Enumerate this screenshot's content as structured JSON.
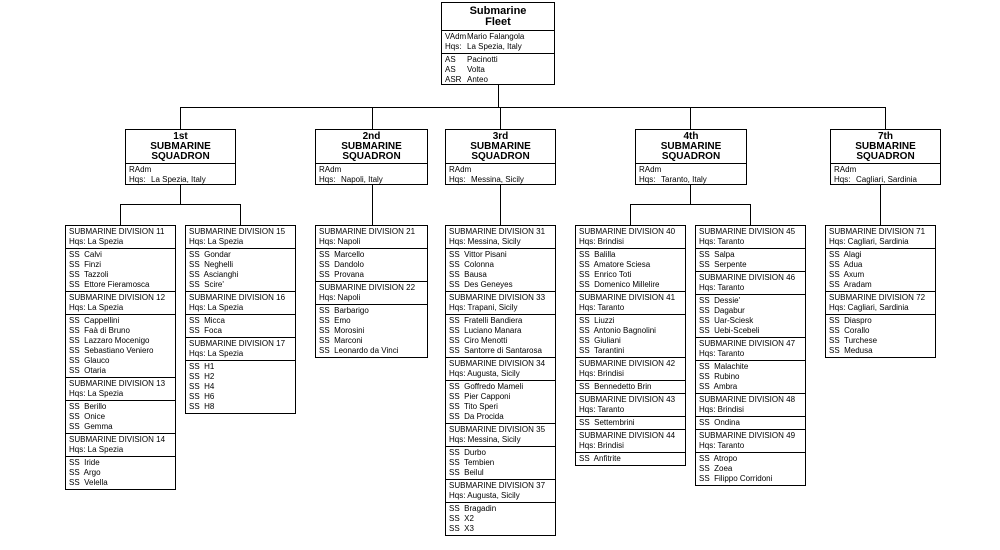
{
  "fleet": {
    "title_line1": "Submarine",
    "title_line2": "Fleet",
    "commander_rank": "VAdm",
    "commander_name": "Mario Falangola",
    "hqs_label": "Hqs:",
    "hqs": "La Spezia, Italy",
    "units": [
      {
        "type": "AS",
        "name": "Pacinotti"
      },
      {
        "type": "AS",
        "name": "Volta"
      },
      {
        "type": "ASR",
        "name": "Anteo"
      }
    ]
  },
  "squadrons": [
    {
      "num": "1st",
      "l2": "SUBMARINE",
      "l3": "SQUADRON",
      "rank": "RAdm",
      "hqs_label": "Hqs:",
      "hqs": "La Spezia, Italy"
    },
    {
      "num": "2nd",
      "l2": "SUBMARINE",
      "l3": "SQUADRON",
      "rank": "RAdm",
      "hqs_label": "Hqs:",
      "hqs": "Napoli, Italy"
    },
    {
      "num": "3rd",
      "l2": "SUBMARINE",
      "l3": "SQUADRON",
      "rank": "RAdm",
      "hqs_label": "Hqs:",
      "hqs": "Messina, Sicily"
    },
    {
      "num": "4th",
      "l2": "SUBMARINE",
      "l3": "SQUADRON",
      "rank": "RAdm",
      "hqs_label": "Hqs:",
      "hqs": "Taranto, Italy"
    },
    {
      "num": "7th",
      "l2": "SUBMARINE",
      "l3": "SQUADRON",
      "rank": "RAdm",
      "hqs_label": "Hqs:",
      "hqs": "Cagliari, Sardinia"
    }
  ],
  "division_columns": [
    {
      "divisions": [
        {
          "title": "SUBMARINE DIVISION 11",
          "hqs": "Hqs:  La Spezia",
          "boats": [
            "SS  Calvi",
            "SS  Finzi",
            "SS  Tazzoli",
            "SS  Ettore Fieramosca"
          ]
        },
        {
          "title": "SUBMARINE DIVISION 12",
          "hqs": "Hqs:  La Spezia",
          "boats": [
            "SS  Cappellini",
            "SS  Faà di Bruno",
            "SS  Lazzaro Mocenigo",
            "SS  Sebastiano Veniero",
            "SS  Glauco",
            "SS  Otaria"
          ]
        },
        {
          "title": "SUBMARINE DIVISION 13",
          "hqs": "Hqs:  La Spezia",
          "boats": [
            "SS  Berillo",
            "SS  Onice",
            "SS  Gemma"
          ]
        },
        {
          "title": "SUBMARINE DIVISION 14",
          "hqs": "Hqs:  La Spezia",
          "boats": [
            "SS  Iride",
            "SS  Argo",
            "SS  Velella"
          ]
        }
      ]
    },
    {
      "divisions": [
        {
          "title": "SUBMARINE DIVISION 15",
          "hqs": "Hqs:  La Spezia",
          "boats": [
            "SS  Gondar",
            "SS  Neghelli",
            "SS  Ascianghi",
            "SS  Scire'"
          ]
        },
        {
          "title": "SUBMARINE DIVISION 16",
          "hqs": "Hqs:  La Spezia",
          "boats": [
            "SS  Micca",
            "SS  Foca"
          ]
        },
        {
          "title": "SUBMARINE DIVISION 17",
          "hqs": "Hqs:  La Spezia",
          "boats": [
            "SS  H1",
            "SS  H2",
            "SS  H4",
            "SS  H6",
            "SS  H8"
          ]
        }
      ]
    },
    {
      "divisions": [
        {
          "title": "SUBMARINE DIVISION 21",
          "hqs": "Hqs:  Napoli",
          "boats": [
            "SS  Marcello",
            "SS  Dandolo",
            "SS  Provana"
          ]
        },
        {
          "title": "SUBMARINE DIVISION 22",
          "hqs": "Hqs:  Napoli",
          "boats": [
            "SS  Barbarigo",
            "SS  Emo",
            "SS  Morosini",
            "SS  Marconi",
            "SS  Leonardo da Vinci"
          ]
        }
      ]
    },
    {
      "divisions": [
        {
          "title": "SUBMARINE DIVISION 31",
          "hqs": "Hqs:  Messina, Sicily",
          "boats": [
            "SS  Vittor Pisani",
            "SS  Colonna",
            "SS  Bausa",
            "SS  Des Geneyes"
          ]
        },
        {
          "title": "SUBMARINE DIVISION 33",
          "hqs": "Hqs:  Trapani, Sicily",
          "boats": [
            "SS  Fratelli Bandiera",
            "SS  Luciano Manara",
            "SS  Ciro Menotti",
            "SS  Santorre di Santarosa"
          ]
        },
        {
          "title": "SUBMARINE DIVISION 34",
          "hqs": "Hqs:  Augusta, Sicily",
          "boats": [
            "SS  Goffredo Mameli",
            "SS  Pier Capponi",
            "SS  Tito Speri",
            "SS  Da Procida"
          ]
        },
        {
          "title": "SUBMARINE DIVISION 35",
          "hqs": "Hqs:  Messina, Sicily",
          "boats": [
            "SS  Durbo",
            "SS  Tembien",
            "SS  Beilul"
          ]
        },
        {
          "title": "SUBMARINE DIVISION 37",
          "hqs": "Hqs:  Augusta, Sicily",
          "boats": [
            "SS  Bragadin",
            "SS  X2",
            "SS  X3"
          ]
        }
      ]
    },
    {
      "divisions": [
        {
          "title": "SUBMARINE DIVISION 40",
          "hqs": "Hqs:  Brindisi",
          "boats": [
            "SS  Balilla",
            "SS  Amatore Sciesa",
            "SS  Enrico Toti",
            "SS  Domenico Millelire"
          ]
        },
        {
          "title": "SUBMARINE DIVISION 41",
          "hqs": "Hqs:  Taranto",
          "boats": [
            "SS  Liuzzi",
            "SS  Antonio Bagnolini",
            "SS  Giuliani",
            "SS  Tarantini"
          ]
        },
        {
          "title": "SUBMARINE DIVISION 42",
          "hqs": "Hqs:  Brindisi",
          "boats": [
            "SS  Bennedetto Brin"
          ]
        },
        {
          "title": "SUBMARINE DIVISION 43",
          "hqs": "Hqs:  Taranto",
          "boats": [
            "SS  Settembrini"
          ]
        },
        {
          "title": "SUBMARINE DIVISION 44",
          "hqs": "Hqs:  Brindisi",
          "boats": [
            "SS  Anfitrite"
          ]
        }
      ]
    },
    {
      "divisions": [
        {
          "title": "SUBMARINE DIVISION 45",
          "hqs": "Hqs:  Taranto",
          "boats": [
            "SS  Salpa",
            "SS  Serpente"
          ]
        },
        {
          "title": "SUBMARINE DIVISION 46",
          "hqs": "Hqs:  Taranto",
          "boats": [
            "SS  Dessie'",
            "SS  Dagabur",
            "SS  Uar-Sciesk",
            "SS  Uebi-Scebeli"
          ]
        },
        {
          "title": "SUBMARINE DIVISION 47",
          "hqs": "Hqs:  Taranto",
          "boats": [
            "SS  Malachite",
            "SS  Rubino",
            "SS  Ambra"
          ]
        },
        {
          "title": "SUBMARINE DIVISION 48",
          "hqs": "Hqs:  Brindisi",
          "boats": [
            "SS  Ondina"
          ]
        },
        {
          "title": "SUBMARINE DIVISION 49",
          "hqs": "Hqs:  Taranto",
          "boats": [
            "SS  Atropo",
            "SS  Zoea",
            "SS  Filippo Corridoni"
          ]
        }
      ]
    },
    {
      "divisions": [
        {
          "title": "SUBMARINE DIVISION 71",
          "hqs": "Hqs:  Cagliari, Sardinia",
          "boats": [
            "SS  Alagi",
            "SS  Adua",
            "SS  Axum",
            "SS  Aradam"
          ]
        },
        {
          "title": "SUBMARINE DIVISION 72",
          "hqs": "Hqs:  Cagliari, Sardinia",
          "boats": [
            "SS  Diaspro",
            "SS  Corallo",
            "SS  Turchese",
            "SS  Medusa"
          ]
        }
      ]
    }
  ]
}
